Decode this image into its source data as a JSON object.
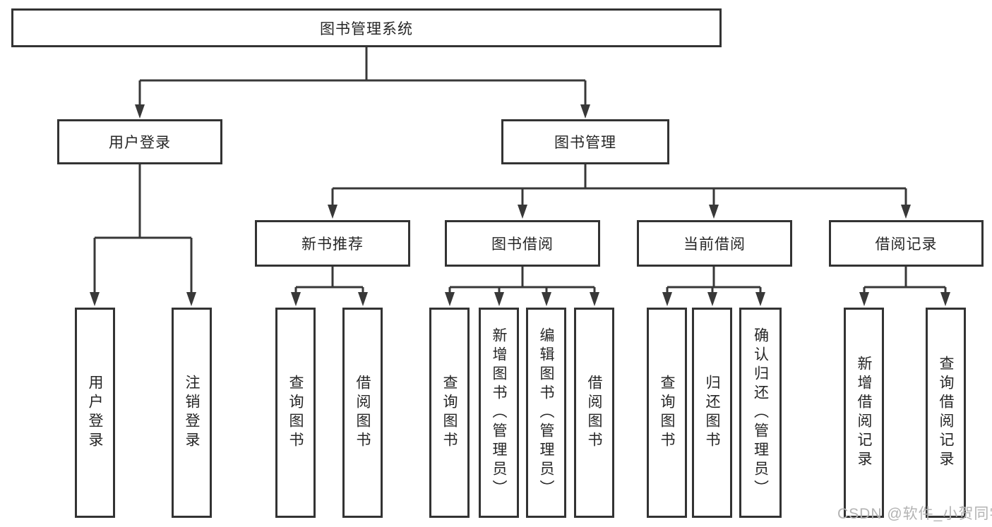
{
  "tree": {
    "root": "图书管理系统",
    "branches": [
      {
        "label": "用户登录",
        "leaves": [
          "用户登录",
          "注销登录"
        ]
      },
      {
        "label": "图书管理",
        "groups": [
          {
            "label": "新书推荐",
            "leaves": [
              "查询图书",
              "借阅图书"
            ]
          },
          {
            "label": "图书借阅",
            "leaves": [
              "查询图书",
              "新增图书（管理员）",
              "编辑图书（管理员）",
              "借阅图书"
            ]
          },
          {
            "label": "当前借阅",
            "leaves": [
              "查询图书",
              "归还图书",
              "确认归还（管理员）"
            ]
          },
          {
            "label": "借阅记录",
            "leaves": [
              "新增借阅记录",
              "查询借阅记录"
            ]
          }
        ]
      }
    ]
  },
  "watermark": {
    "text": "CSDN @软件_小贺同学"
  },
  "colors": {
    "line": "#383838",
    "box_border": "#333333",
    "text": "#262626",
    "watermark": "#b3b3b3"
  }
}
